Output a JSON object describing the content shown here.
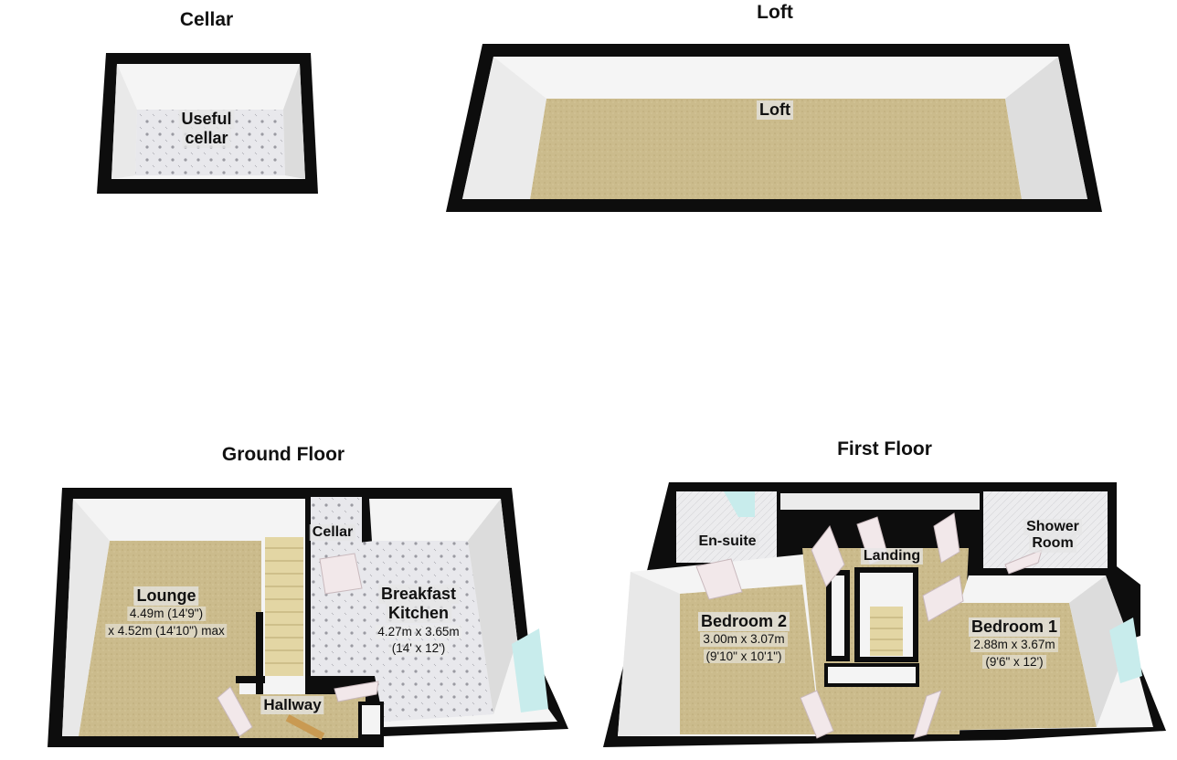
{
  "floors": {
    "cellar": {
      "title": "Cellar"
    },
    "loft": {
      "title": "Loft"
    },
    "ground": {
      "title": "Ground Floor"
    },
    "first": {
      "title": "First Floor"
    }
  },
  "rooms": {
    "useful_cellar": {
      "name_line1": "Useful",
      "name_line2": "cellar"
    },
    "loft": {
      "name": "Loft"
    },
    "lounge": {
      "name": "Lounge",
      "dims_line1": "4.49m (14'9\")",
      "dims_line2": "x 4.52m (14'10\") max"
    },
    "cellar_stairs": {
      "name": "Cellar"
    },
    "kitchen": {
      "name_line1": "Breakfast",
      "name_line2": "Kitchen",
      "dims_line1": "4.27m x 3.65m",
      "dims_line2": "(14' x 12')"
    },
    "hallway": {
      "name": "Hallway"
    },
    "ensuite": {
      "name": "En-suite"
    },
    "landing": {
      "name": "Landing"
    },
    "shower_room": {
      "name_line1": "Shower",
      "name_line2": "Room"
    },
    "bedroom2": {
      "name": "Bedroom 2",
      "dims_line1": "3.00m x 3.07m",
      "dims_line2": "(9'10\" x 10'1\")"
    },
    "bedroom1": {
      "name": "Bedroom 1",
      "dims_line1": "2.88m x 3.67m",
      "dims_line2": "(9'6\" x 12')"
    }
  },
  "colors": {
    "wall": "#0d0d0d",
    "carpet": "#c9b98a",
    "tile": "#e6e6ea",
    "wall_face": "#f4f4f4",
    "stairs": "#e4d8a8",
    "door": "#f2e8ea",
    "window": "#c8ecec"
  }
}
